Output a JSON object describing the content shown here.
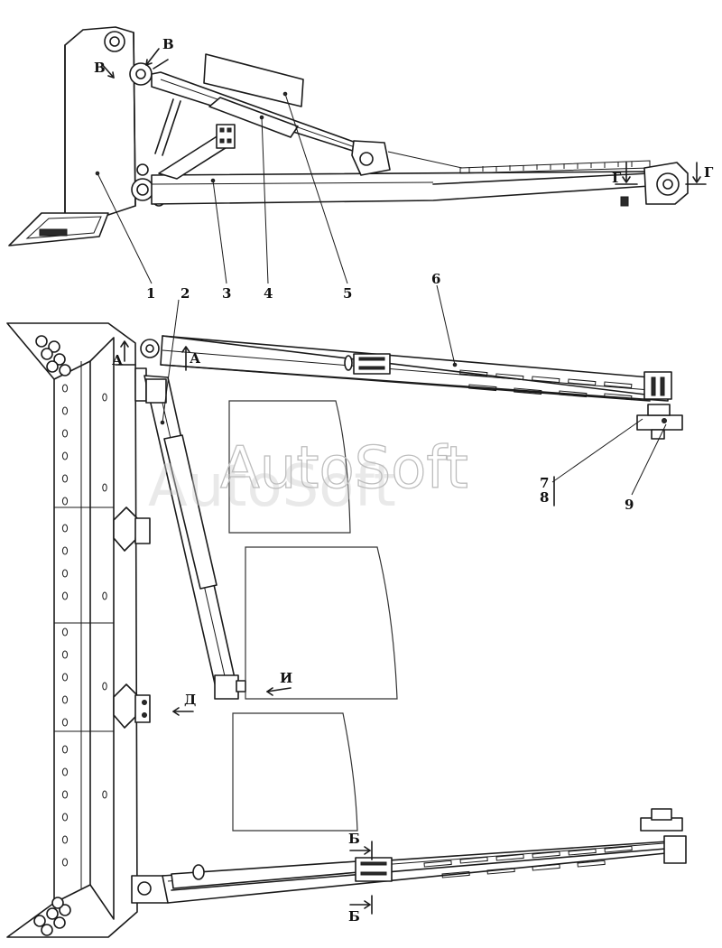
{
  "watermark": {
    "text": "AutoSoft"
  },
  "callouts": [
    "1",
    "2",
    "3",
    "4",
    "5",
    "6",
    "7",
    "8",
    "9"
  ],
  "section_markers": {
    "A": "А",
    "B": "Б",
    "V": "В",
    "G": "Г",
    "D": "Д",
    "I": "И"
  },
  "colors": {
    "line": "#1a1a1a",
    "background": "#ffffff",
    "watermark": "#bdbdbd"
  }
}
